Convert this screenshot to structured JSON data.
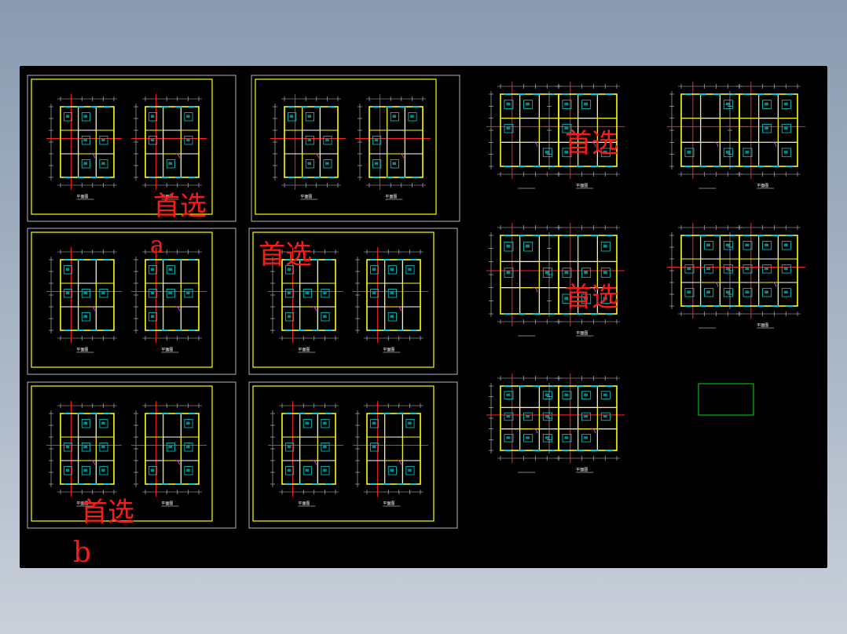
{
  "viewport": {
    "background": "#000000",
    "frame_color": "#b4b4b4",
    "accent_yellow": "#ffff00",
    "accent_cyan": "#00d0d0",
    "accent_red": "#ff1a1a",
    "accent_green": "#00e000"
  },
  "annotations": {
    "preferred": "首选",
    "letter_a": "a",
    "letter_b": "b"
  },
  "drawing_sheets": [
    {
      "id": "sheet-1",
      "plan_label_left": "平面图",
      "plan_label_right": "平面图"
    },
    {
      "id": "sheet-2",
      "plan_label_left": "平面图",
      "plan_label_right": "平面图"
    },
    {
      "id": "sheet-3",
      "plan_label_left": "平面图",
      "plan_label_right": "平面图"
    },
    {
      "id": "sheet-4",
      "plan_label_left": "平面图",
      "plan_label_right": "平面图"
    },
    {
      "id": "sheet-5",
      "plan_label_left": "平面图",
      "plan_label_right": "平面图"
    },
    {
      "id": "sheet-6",
      "plan_label_left": "平面图",
      "plan_label_right": "平面图"
    }
  ],
  "large_plans": [
    {
      "id": "plan-7",
      "label": "平面图"
    },
    {
      "id": "plan-8",
      "label": "平面图"
    },
    {
      "id": "plan-9",
      "label": "平面图"
    },
    {
      "id": "plan-10",
      "label": "平面图"
    },
    {
      "id": "plan-11",
      "label": "平面图"
    }
  ],
  "empty_box": {
    "color": "#00e000"
  }
}
